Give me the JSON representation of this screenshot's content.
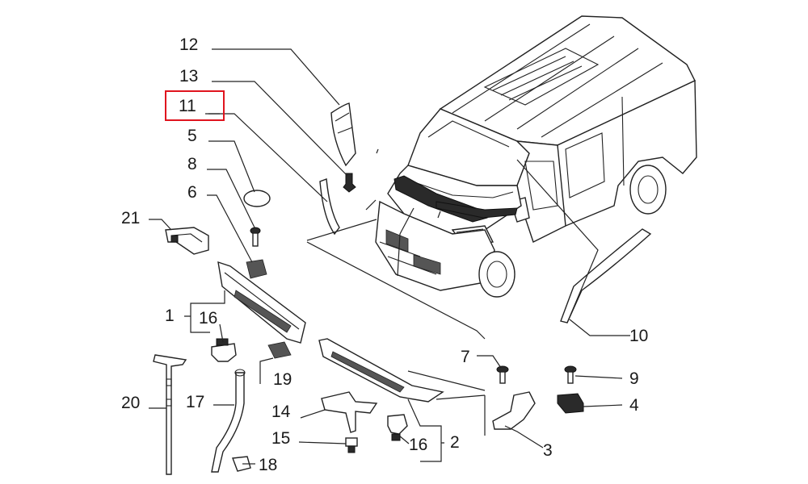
{
  "diagram": {
    "highlight_color": "#e0141e",
    "highlighted_callout": "11",
    "callouts": [
      "12",
      "13",
      "11",
      "5",
      "8",
      "6",
      "21",
      "1",
      "16",
      "20",
      "17",
      "19",
      "14",
      "15",
      "16",
      "18",
      "2",
      "7",
      "9",
      "4",
      "3",
      "10"
    ]
  }
}
